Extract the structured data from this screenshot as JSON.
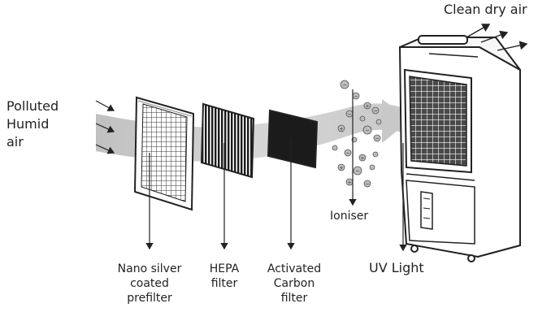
{
  "labels": {
    "intake": [
      "Polluted",
      "Humid",
      "air"
    ],
    "outlet": "Clean dry air",
    "prefilter": [
      "Nano silver",
      "coated",
      "prefilter"
    ],
    "hepa": [
      "HEPA",
      "filter"
    ],
    "carbon": [
      "Activated",
      "Carbon",
      "filter"
    ],
    "ioniser": "Ioniser",
    "uv": "UV Light"
  },
  "ion_symbols": {
    "negative": "−",
    "positive": "+"
  },
  "colors": {
    "stroke": "#222222",
    "air_flow": "#c8c8c8",
    "filter_dark": "#1b1b1b",
    "ion_fill": "#bdbdbd"
  }
}
